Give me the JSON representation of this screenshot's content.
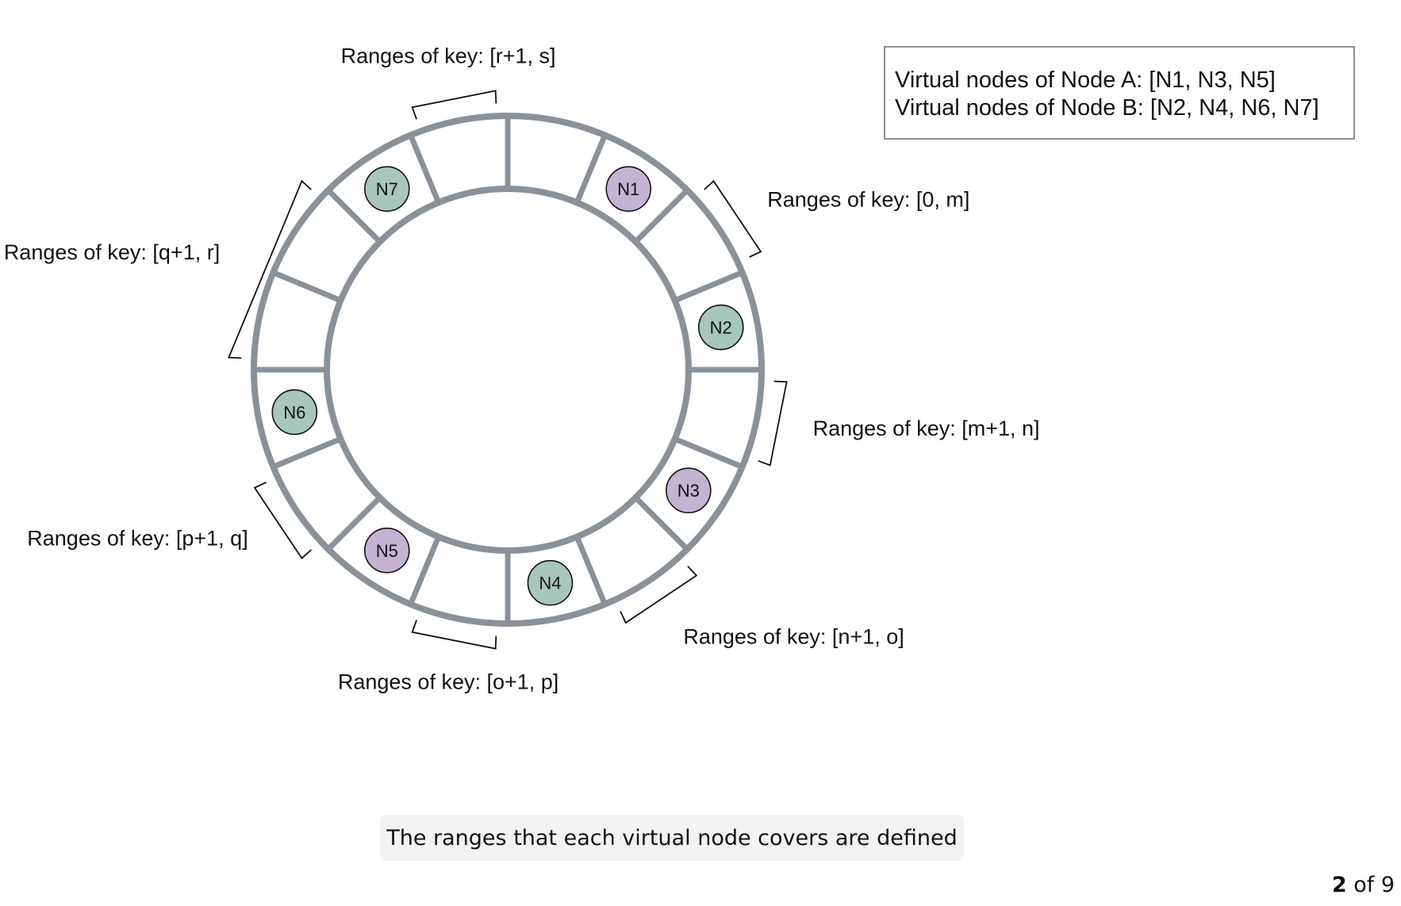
{
  "diagram": {
    "segment_count": 16,
    "virtual_nodes": [
      {
        "label": "N1",
        "owner": "A",
        "segment": 1
      },
      {
        "label": "N2",
        "owner": "B",
        "segment": 3
      },
      {
        "label": "N3",
        "owner": "A",
        "segment": 5
      },
      {
        "label": "N4",
        "owner": "B",
        "segment": 7
      },
      {
        "label": "N5",
        "owner": "A",
        "segment": 9
      },
      {
        "label": "N6",
        "owner": "B",
        "segment": 11
      },
      {
        "label": "N7",
        "owner": "B",
        "segment": 14
      }
    ],
    "key_ranges": [
      {
        "label": "Ranges of key: [0, m]",
        "from_segment": 2,
        "to_segment": 2
      },
      {
        "label": "Ranges of key: [m+1, n]",
        "from_segment": 4,
        "to_segment": 4
      },
      {
        "label": "Ranges of key: [n+1, o]",
        "from_segment": 6,
        "to_segment": 6
      },
      {
        "label": "Ranges of key: [o+1, p]",
        "from_segment": 8,
        "to_segment": 8
      },
      {
        "label": "Ranges of key: [p+1, q]",
        "from_segment": 10,
        "to_segment": 10
      },
      {
        "label": "Ranges of key: [q+1, r]",
        "from_segment": 12,
        "to_segment": 13
      },
      {
        "label": "Ranges of key: [r+1, s]",
        "from_segment": 15,
        "to_segment": 15
      }
    ],
    "colors": {
      "ring": "#8a9199",
      "node_a": "#c5b3d3",
      "node_b": "#a8c6bd",
      "bracket": "#111111"
    }
  },
  "legend": {
    "node_a": "Virtual nodes of Node A: [N1, N3, N5]",
    "node_b": "Virtual nodes of Node B: [N2, N4, N6, N7]"
  },
  "caption": "The ranges that each virtual node covers are defined",
  "pager": {
    "current": "2",
    "suffix": " of 9"
  }
}
